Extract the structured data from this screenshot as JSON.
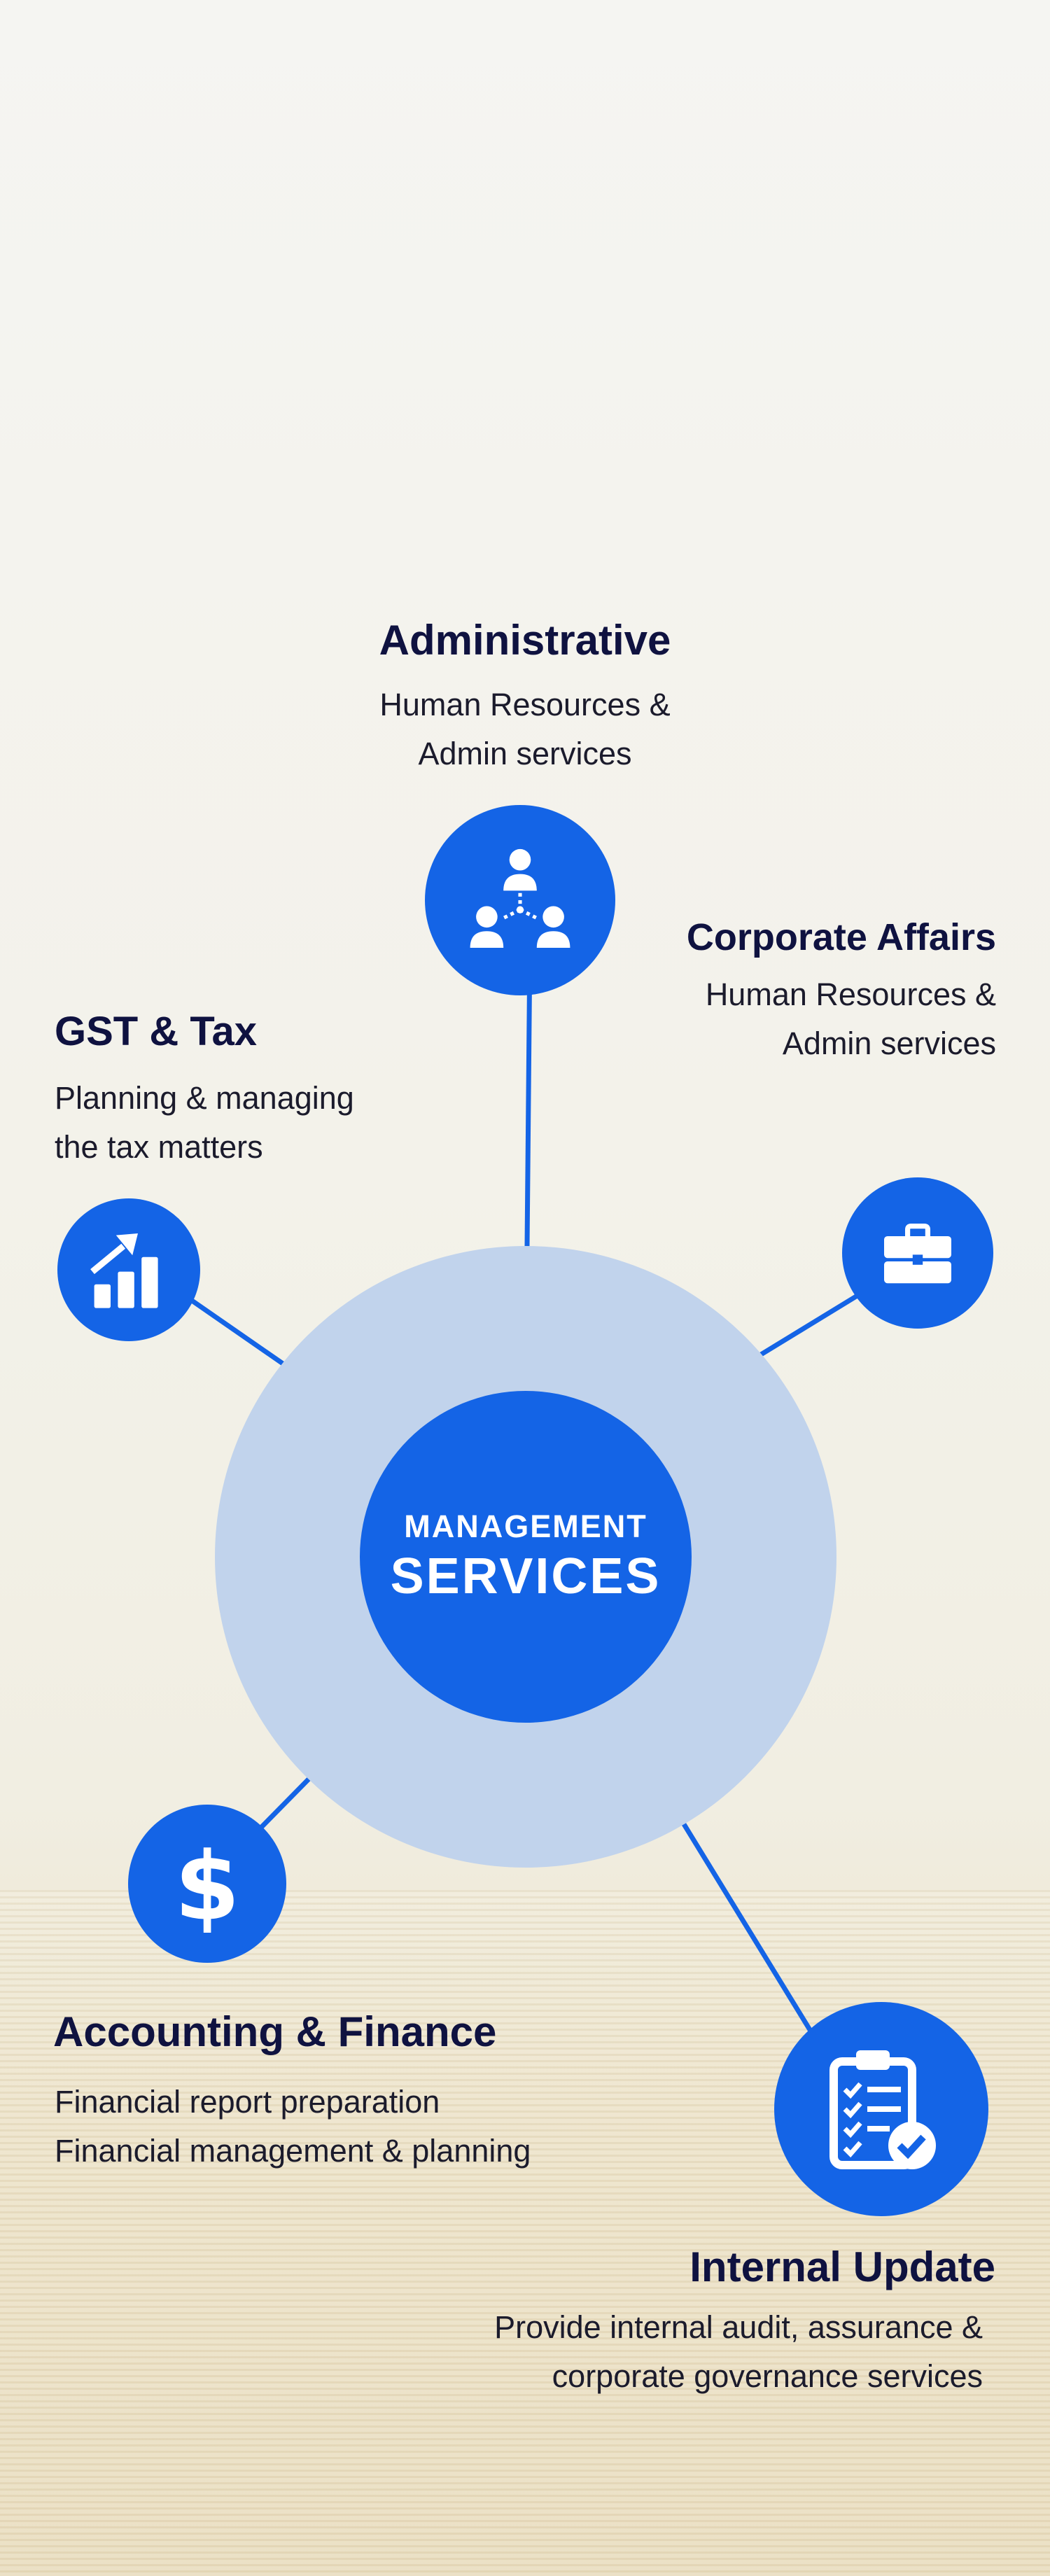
{
  "center": {
    "line1": "MANAGEMENT",
    "line2": "SERVICES"
  },
  "services": {
    "administrative": {
      "title": "Administrative",
      "lines": [
        "Human Resources &",
        "Admin services"
      ],
      "icon": "team-hierarchy-icon"
    },
    "corporate_affairs": {
      "title": "Corporate Affairs",
      "lines": [
        "Human Resources &",
        "Admin services"
      ],
      "icon": "briefcase-icon"
    },
    "gst_tax": {
      "title": "GST & Tax",
      "lines": [
        "Planning & managing",
        "the tax matters"
      ],
      "icon": "growth-chart-icon"
    },
    "accounting_finance": {
      "title": "Accounting & Finance",
      "lines": [
        "Financial report preparation",
        "Financial management & planning"
      ],
      "icon": "dollar-icon"
    },
    "internal_update": {
      "title": "Internal Update",
      "lines": [
        "Provide internal audit, assurance &",
        "corporate governance services"
      ],
      "icon": "checklist-clipboard-icon"
    }
  },
  "colors": {
    "primary": "#1464e6",
    "halo": "#c1d3ec",
    "title": "#0f1240",
    "text": "#1b1b2c"
  }
}
